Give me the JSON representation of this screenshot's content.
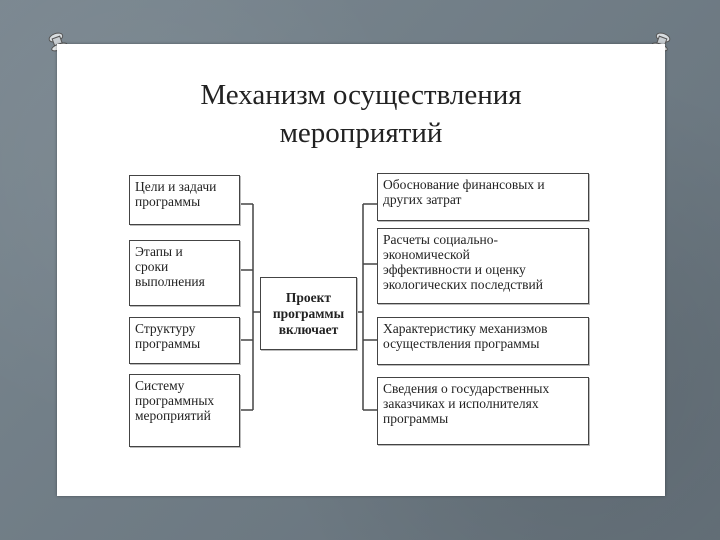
{
  "title": {
    "line1": "Механизм осуществления",
    "line2": "мероприятий"
  },
  "diagram": {
    "center": "Проект\nпрограммы\nвключает",
    "left_items": [
      "Цели и задачи\nпрограммы",
      "Этапы и\nсроки\nвыполнения",
      "Структуру\nпрограммы",
      "Систему\nпрограммных\nмероприятий"
    ],
    "right_items": [
      "Обоснование финансовых и\nдругих затрат",
      "Расчеты социально-\nэкономической\nэффективности и оценку\nэкологических последствий",
      "Характеристику механизмов\nосуществления программы",
      "Сведения о государственных\nзаказчиках и исполнителях\nпрограммы"
    ]
  },
  "colors": {
    "background": "#6f7c85",
    "slide": "#ffffff",
    "line": "#444444"
  },
  "icons": [
    "pushpin-icon",
    "pushpin-icon"
  ]
}
